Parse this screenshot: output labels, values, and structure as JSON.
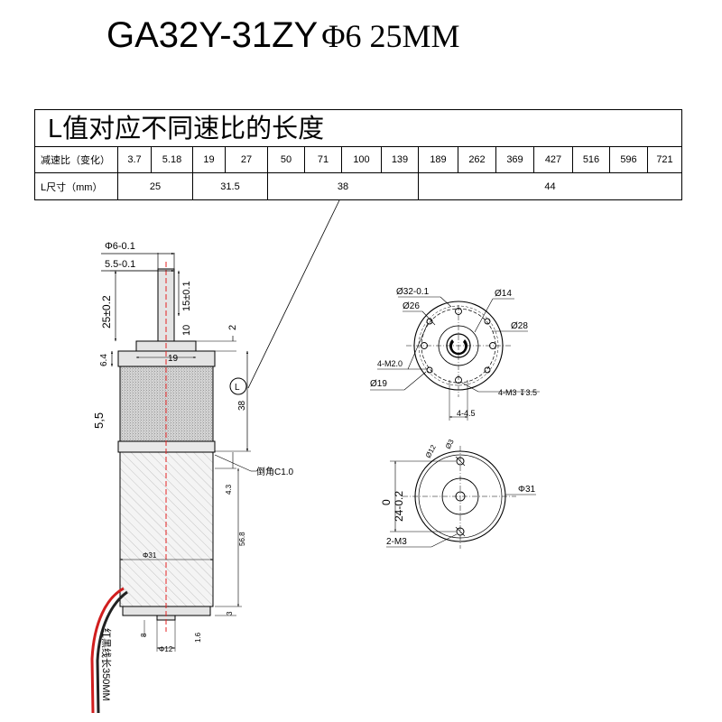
{
  "title": {
    "model": "GA32Y-31ZY",
    "spec": "Φ6 25MM"
  },
  "table": {
    "caption": "L值对应不同速比的长度",
    "ratio_header": "减速比（变化）",
    "ratios": [
      "3.7",
      "5.18",
      "19",
      "27",
      "50",
      "71",
      "100",
      "139",
      "189",
      "262",
      "369",
      "427",
      "516",
      "596",
      "721"
    ],
    "length_header": "L尺寸（mm）",
    "lengths": [
      "25",
      "31.5",
      "38",
      "44"
    ]
  },
  "side_view": {
    "shaft_dia": "Φ6-0.1",
    "shaft_flat": "5.5-0.1",
    "shaft_length": "25±0.2",
    "flat_length": "15±0.1",
    "dim_10": "10",
    "dim_2": "2",
    "dim_6_4": "6.4",
    "boss_dia": "19",
    "l_marker": "L",
    "gearbox_len": "38",
    "dim_5_5": "5,5",
    "chamfer": "倒角C1.0",
    "dim_4_3": "4.3",
    "motor_len": "56.8",
    "motor_dia": "Φ31",
    "dim_3": "3",
    "dim_8": "8",
    "rear_boss": "Φ12",
    "dim_1_6": "1.6",
    "wire_note": "红黑线长350MM"
  },
  "front_view": {
    "d32": "Ø32-0.1",
    "d14": "Ø14",
    "d26": "Ø26",
    "d28": "Ø28",
    "m2": "4-M2.0",
    "d19": "Ø19",
    "m3": "4-M3 ↧3.5",
    "dim_4_45": "4-4.5"
  },
  "rear_view": {
    "d12": "Ø12",
    "d3": "Ø3",
    "d31": "Φ31",
    "zero": "0",
    "dim_24": "24-0.2",
    "m3": "2-M3"
  }
}
